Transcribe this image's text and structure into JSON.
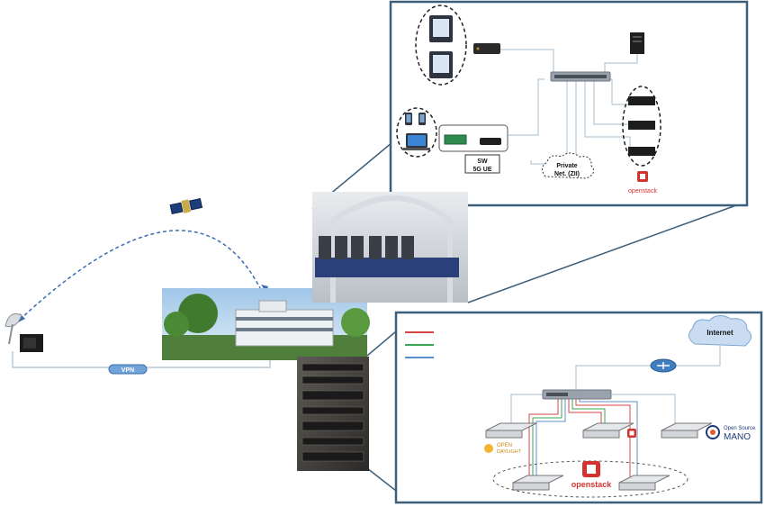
{
  "labels": {
    "vpn": "VPN",
    "sw": "SW",
    "ue": "5G UE",
    "private_net_line1": "Private",
    "private_net_line2": "Net. (ZII)",
    "internet": "Internet",
    "openstack_top": "openstack",
    "openstack_bottom": "openstack",
    "opendaylight_line1": "OPEN",
    "opendaylight_line2": "DAYLIGHT",
    "osm_line1": "Open Source",
    "osm_line2": "MANO"
  },
  "colors": {
    "panel_border": "#3c5f7c",
    "link_line": "#b8c9d6",
    "dashed_orbit": "#3b6db0",
    "vpn_pill": "#6fa3d9",
    "legend_red": "#d64545",
    "legend_green": "#3aa655",
    "legend_blue": "#5b8fc9",
    "openstack_red": "#d3342f",
    "cloud_fill": "#c9dcf2"
  },
  "icons": {
    "satellite": "satellite-icon",
    "dish": "satellite-dish-icon",
    "router": "router-icon",
    "switch": "network-switch-icon",
    "server": "server-icon",
    "cloud": "cloud-icon"
  }
}
